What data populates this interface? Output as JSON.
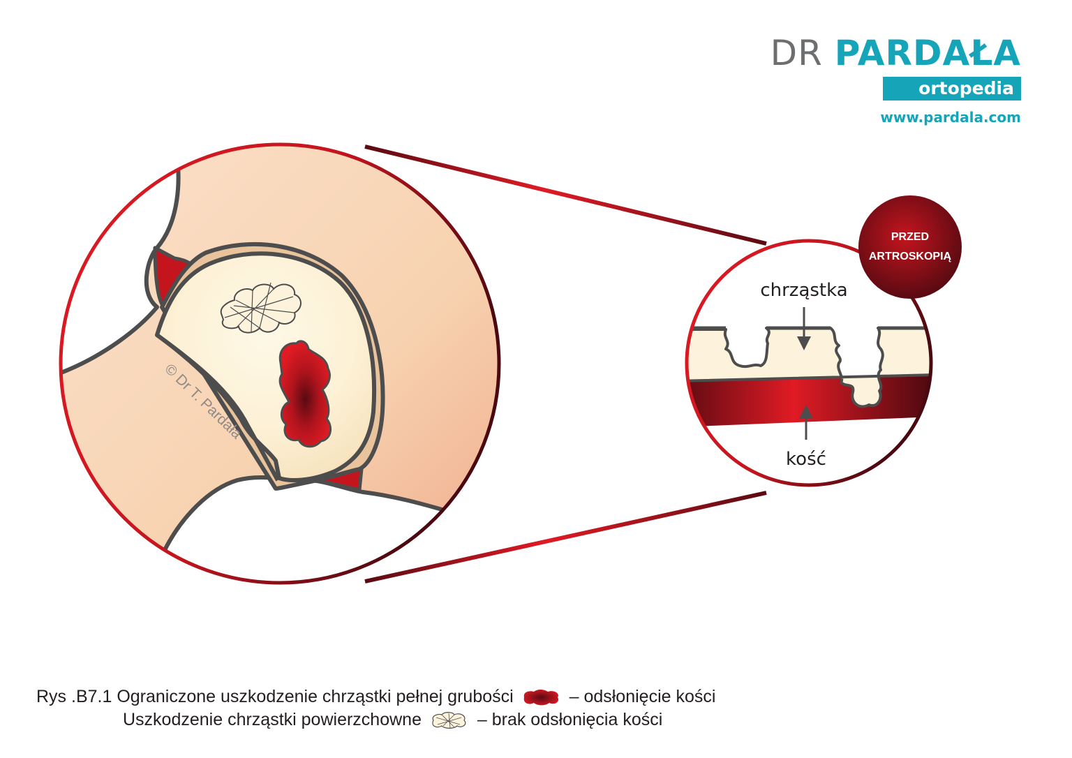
{
  "brand": {
    "prefix": "DR",
    "surname": "PARDAŁA",
    "tagline": "ortopedia",
    "url": "www.pardala.com",
    "colors": {
      "teal": "#16a5b8",
      "gray": "#6d6e70"
    }
  },
  "watermark": "© Dr T. Pardała",
  "badge": {
    "line1": "PRZED",
    "line2": "ARTROSKOPIĄ"
  },
  "labels": {
    "cartilage": "chrząstka",
    "bone": "kość"
  },
  "caption": {
    "line1_prefix": "Rys .B7.1 Ograniczone uszkodzenie chrząstki pełnej grubości",
    "line1_suffix": "– odsłonięcie kości",
    "line2_prefix": "Uszkodzenie chrząstki powierzchowne",
    "line2_suffix": "– brak odsłonięcia kości"
  },
  "colors": {
    "red": "#e01b24",
    "dark_red": "#5a0a12",
    "skin": "#f8d3b4",
    "cartilage": "#fdf3dc",
    "outline": "#4d4d4d"
  }
}
